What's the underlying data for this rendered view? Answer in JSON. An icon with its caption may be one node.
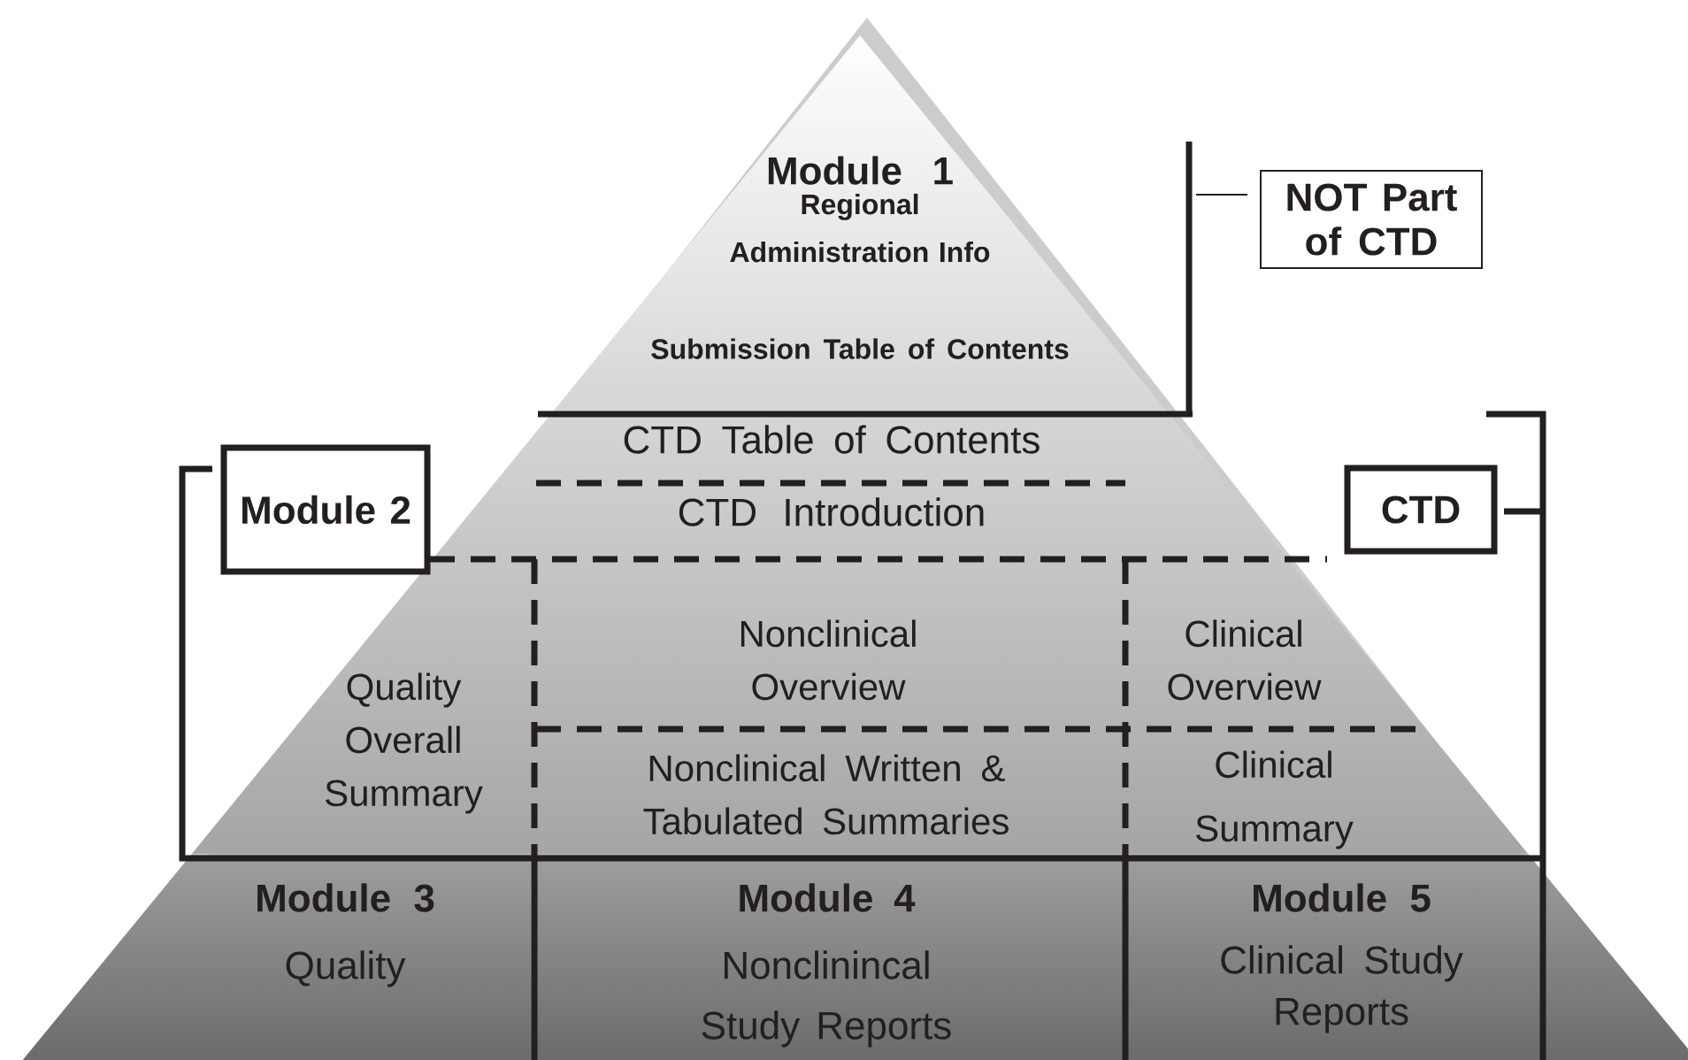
{
  "diagram": {
    "nodes": [
      {
        "text": [
          "Module 1",
          "Regional Administration Info",
          "Submission Table of Contents"
        ]
      },
      {
        "text": [
          "CTD Table of Contents"
        ]
      },
      {
        "text": [
          "CTD Introduction"
        ]
      },
      {
        "text": [
          "Quality Overall Summary"
        ]
      },
      {
        "text": [
          "Nonclinical Overview"
        ]
      },
      {
        "text": [
          "Clinical Overview"
        ]
      },
      {
        "text": [
          "Nonclinical Written & Tabulated Summaries"
        ]
      },
      {
        "text": [
          "Clinical Summary"
        ]
      },
      {
        "text": [
          "Module 3",
          "Quality"
        ]
      },
      {
        "text": [
          "Module 4",
          "Nonclinincal Study Reports"
        ]
      },
      {
        "text": [
          "Module 5",
          "Clinical Study Reports"
        ]
      },
      {
        "text": [
          "NOT Part of CTD"
        ]
      },
      {
        "text": [
          "Module 2"
        ]
      },
      {
        "text": [
          "CTD"
        ]
      }
    ]
  }
}
